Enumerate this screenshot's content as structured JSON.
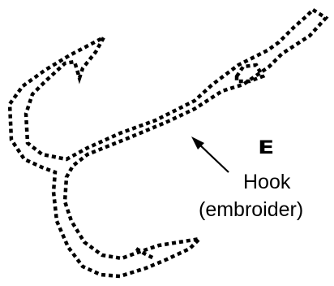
{
  "label": {
    "letter": "E",
    "name": "Hook",
    "sub": "(embroider)"
  },
  "colors": {
    "ink": "#000000",
    "background": "#ffffff"
  }
}
